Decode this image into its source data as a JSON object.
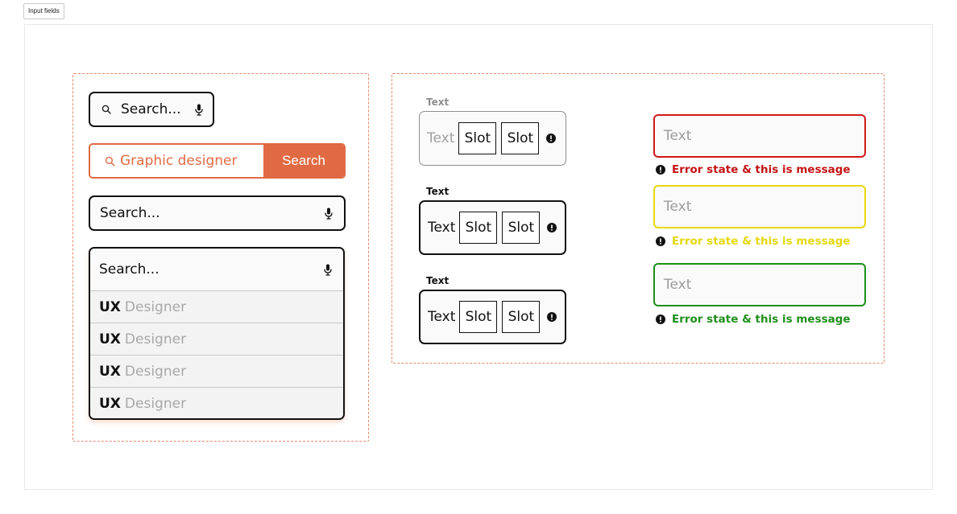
{
  "frame": {
    "label": "Input fields"
  },
  "search_a": {
    "placeholder": "Search...",
    "search_icon": "search-icon",
    "mic_icon": "microphone-icon"
  },
  "search_b": {
    "value": "Graphic designer",
    "button_label": "Search",
    "accent": "#e06a43",
    "search_icon": "search-icon"
  },
  "search_c": {
    "placeholder": "Search...",
    "mic_icon": "microphone-icon"
  },
  "search_d": {
    "placeholder": "Search...",
    "mic_icon": "microphone-icon",
    "suggestions": [
      {
        "bold": "UX",
        "rest": "Designer"
      },
      {
        "bold": "UX",
        "rest": "Designer"
      },
      {
        "bold": "UX",
        "rest": "Designer"
      },
      {
        "bold": "UX",
        "rest": "Designer"
      }
    ]
  },
  "slot_fields": [
    {
      "label": "Text",
      "text": "Text",
      "slots": [
        "Slot",
        "Slot"
      ],
      "state": "disabled",
      "icon": "alert-icon"
    },
    {
      "label": "Text",
      "text": "Text",
      "slots": [
        "Slot",
        "Slot"
      ],
      "state": "default",
      "icon": "alert-icon"
    },
    {
      "label": "Text",
      "text": "Text",
      "slots": [
        "Slot",
        "Slot"
      ],
      "state": "focused",
      "icon": "alert-icon"
    }
  ],
  "error_fields": [
    {
      "placeholder": "Text",
      "message": "Error state & this is message",
      "color": "#d01919"
    },
    {
      "placeholder": "Text",
      "message": "Error state & this is message",
      "color": "#e6d80d"
    },
    {
      "placeholder": "Text",
      "message": "Error state & this is message",
      "color": "#1f8f1b"
    }
  ]
}
